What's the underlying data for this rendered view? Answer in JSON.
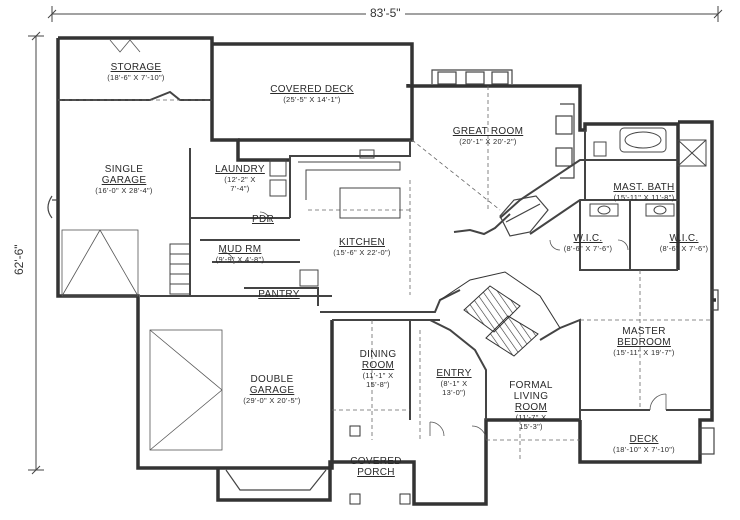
{
  "overall": {
    "width": "83'-5\"",
    "depth": "62'-6\""
  },
  "rooms": {
    "storage": {
      "name": "STORAGE",
      "dims": "(18'-6\" X 7'-10\")"
    },
    "covered_deck": {
      "name": "COVERED DECK",
      "dims": "(25'-5\" X 14'-1\")"
    },
    "great_room": {
      "name": "GREAT ROOM",
      "dims": "(20'-1\" X 20'-2\")"
    },
    "single_garage": {
      "name1": "SINGLE",
      "name2": "GARAGE",
      "dims": "(16'-0\" X 28'-4\")"
    },
    "laundry": {
      "name": "LAUNDRY",
      "dims1": "(12'-2\" X",
      "dims2": "7'-4\")"
    },
    "pdr": {
      "name": "PDR"
    },
    "mud_rm": {
      "name": "MUD RM",
      "dims": "(9'-9\" X 4'-8\")"
    },
    "pantry": {
      "name": "PANTRY"
    },
    "kitchen": {
      "name": "KITCHEN",
      "dims": "(15'-6\" X 22'-0\")"
    },
    "mast_bath": {
      "name": "MAST. BATH",
      "dims": "(15'-11\" X 11'-8\")"
    },
    "wic1": {
      "name": "W.I.C.",
      "dims": "(8'-6\" X 7'-6\")"
    },
    "wic2": {
      "name": "W.I.C.",
      "dims": "(8'-6\" X 7'-6\")"
    },
    "master_bedroom": {
      "name1": "MASTER",
      "name2": "BEDROOM",
      "dims": "(15'-11\" X 19'-7\")"
    },
    "dining": {
      "name1": "DINING",
      "name2": "ROOM",
      "dims1": "(11'-1\" X",
      "dims2": "15'-8\")"
    },
    "entry": {
      "name": "ENTRY",
      "dims1": "(8'-1\" X",
      "dims2": "13'-0\")"
    },
    "formal_living": {
      "name1": "FORMAL",
      "name2": "LIVING",
      "name3": "ROOM",
      "dims1": "(11'-7\" X",
      "dims2": "15'-3\")"
    },
    "double_garage": {
      "name1": "DOUBLE",
      "name2": "GARAGE",
      "dims": "(29'-0\" X 20'-5\")"
    },
    "covered_porch": {
      "name1": "COVERED",
      "name2": "PORCH"
    },
    "deck": {
      "name": "DECK",
      "dims": "(18'-10\" X 7'-10\")"
    }
  }
}
